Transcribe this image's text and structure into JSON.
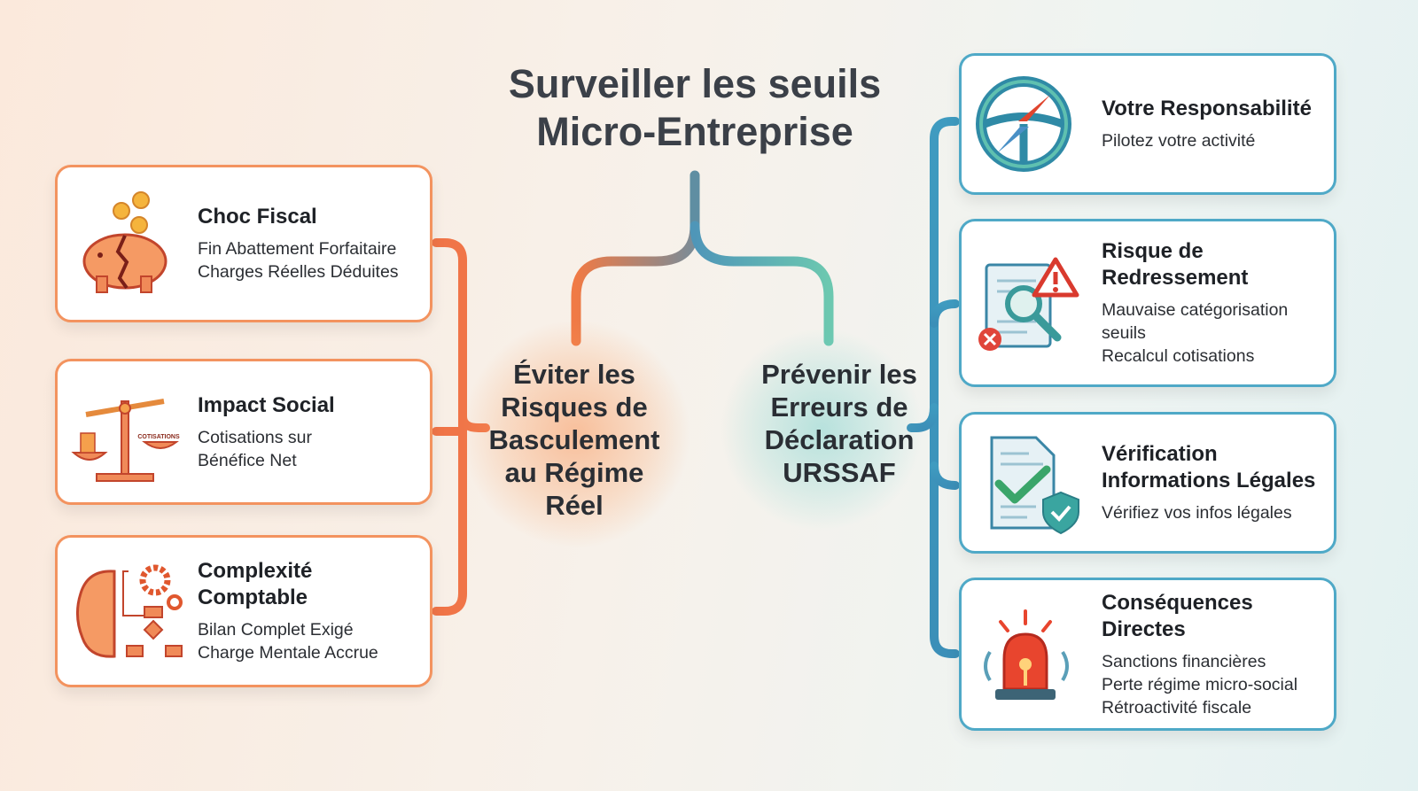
{
  "title": {
    "line1": "Surveiller les seuils",
    "line2": "Micro-Entreprise"
  },
  "colors": {
    "orange": "#f07a45",
    "teal": "#3b9ec0",
    "text": "#1e2126"
  },
  "left_branch": {
    "label": [
      "Éviter les",
      "Risques de",
      "Basculement",
      "au Régime",
      "Réel"
    ],
    "cards": [
      {
        "icon": "broken-piggy-bank-icon",
        "title": "Choc Fiscal",
        "lines": [
          "Fin Abattement Forfaitaire",
          "Charges Réelles Déduites"
        ]
      },
      {
        "icon": "balance-scale-icon",
        "icon_label": "COTISATIONS",
        "title": "Impact Social",
        "lines": [
          "Cotisations sur",
          "Bénéfice Net"
        ]
      },
      {
        "icon": "brain-gears-flowchart-icon",
        "title": "Complexité Comptable",
        "lines": [
          "Bilan Complet Exigé",
          "Charge Mentale Accrue"
        ]
      }
    ]
  },
  "right_branch": {
    "label": [
      "Prévenir les",
      "Erreurs de",
      "Déclaration",
      "URSSAF"
    ],
    "cards": [
      {
        "icon": "steering-wheel-compass-icon",
        "title": "Votre Responsabilité",
        "lines": [
          "Pilotez votre activité"
        ]
      },
      {
        "icon": "document-magnifier-warning-icon",
        "title": "Risque de Redressement",
        "lines": [
          "Mauvaise catégorisation",
          "seuils",
          "Recalcul cotisations"
        ]
      },
      {
        "icon": "document-check-shield-icon",
        "title": "Vérification Informations Légales",
        "lines": [
          "Vérifiez vos infos légales"
        ]
      },
      {
        "icon": "alarm-siren-icon",
        "title": "Conséquences Directes",
        "lines": [
          "Sanctions financières",
          "Perte régime micro-social",
          "Rétroactivité fiscale"
        ]
      }
    ]
  }
}
